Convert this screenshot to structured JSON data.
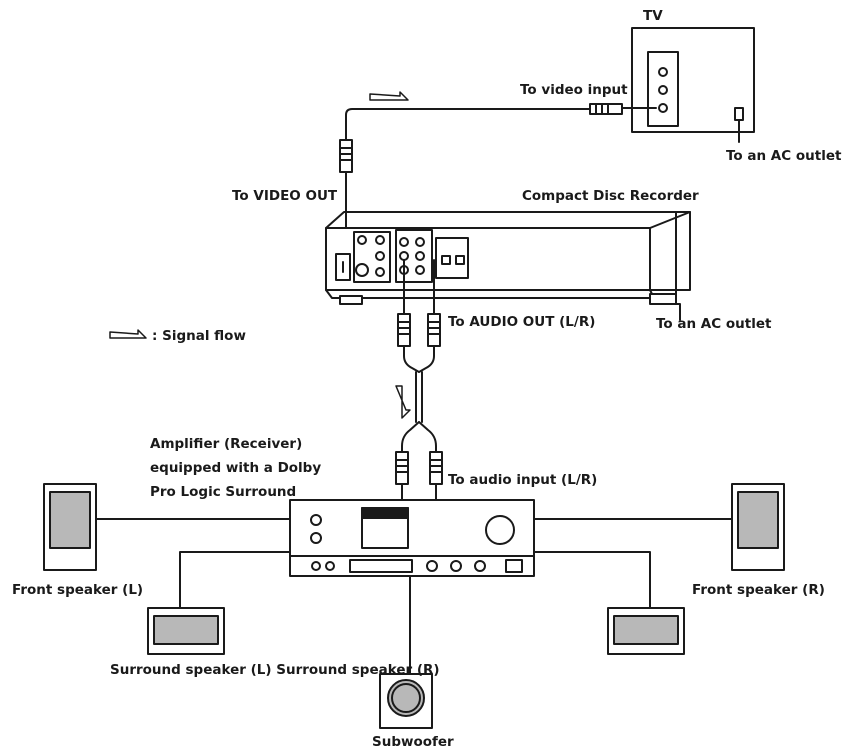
{
  "labels": {
    "tv": "TV",
    "to_video_input": "To video input",
    "to_ac_outlet_tv": "To an AC outlet",
    "to_video_out": "To VIDEO OUT",
    "compact_disc_recorder": "Compact Disc Recorder",
    "to_audio_out": "To AUDIO OUT (L/R)",
    "to_ac_outlet_recorder": "To an AC outlet",
    "signal_flow": ": Signal flow",
    "amplifier_line1": "Amplifier (Receiver)",
    "amplifier_line2": "equipped with a Dolby",
    "amplifier_line3": "Pro Logic Surround",
    "to_audio_input": "To audio input (L/R)",
    "front_speaker_l": "Front speaker (L)",
    "front_speaker_r": "Front speaker (R)",
    "surround_speakers": "Surround speaker (L) Surround speaker (R)",
    "subwoofer": "Subwoofer"
  },
  "colors": {
    "line": "#1a1a1a",
    "device_fill": "#ffffff",
    "speaker_cone": "#b8b8b8"
  }
}
